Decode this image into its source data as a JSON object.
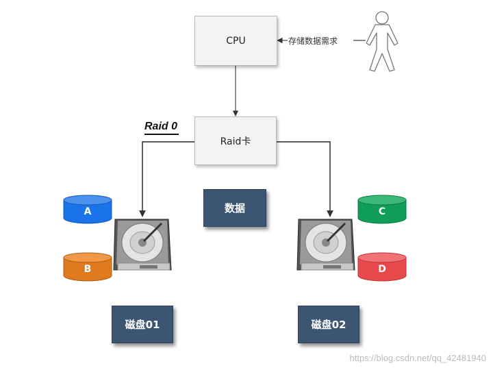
{
  "cpu_label": "CPU",
  "raid_card_label": "Raid卡",
  "raid_level_title": "Raid 0",
  "request_label": "存储数据需求",
  "data_label": "数据",
  "disks": [
    {
      "label": "磁盘01"
    },
    {
      "label": "磁盘02"
    }
  ],
  "blocks": [
    {
      "label": "A",
      "color": "#1a73e8"
    },
    {
      "label": "B",
      "color": "#e07a1f"
    },
    {
      "label": "C",
      "color": "#0f9d58"
    },
    {
      "label": "D",
      "color": "#e8494d"
    }
  ],
  "watermark": "https://blog.csdn.net/qq_42481940",
  "colors": {
    "navy_box": "#3b5573",
    "connector": "#333333"
  },
  "icons": [
    "user-figure-icon",
    "hard-drive-icon"
  ]
}
